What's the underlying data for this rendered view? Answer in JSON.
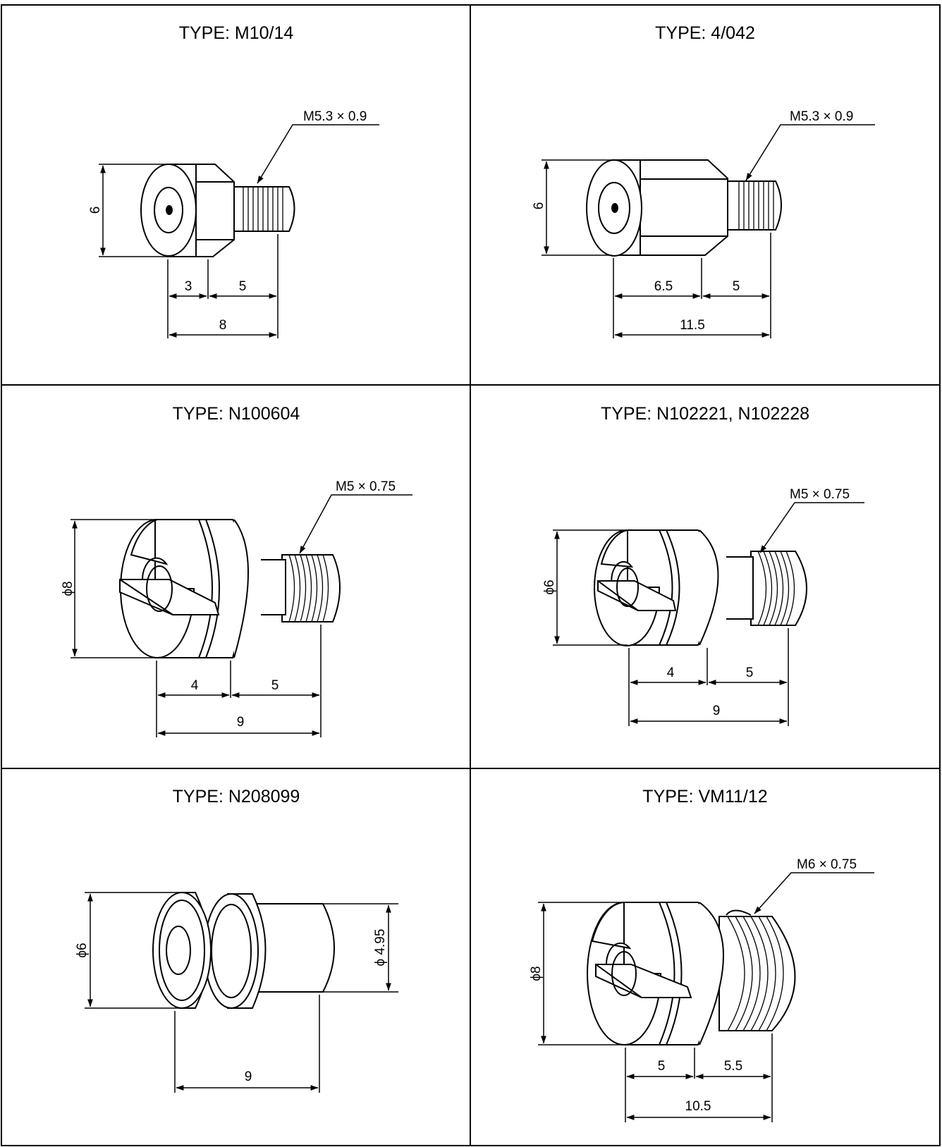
{
  "panels": [
    {
      "title": "TYPE: M10/14",
      "thread": "M5.3 × 0.9",
      "dims": {
        "height": "6",
        "a": "3",
        "b": "5",
        "total": "8"
      }
    },
    {
      "title": "TYPE: 4/042",
      "thread": "M5.3 × 0.9",
      "dims": {
        "height": "6",
        "a": "6.5",
        "b": "5",
        "total": "11.5"
      }
    },
    {
      "title": "TYPE: N100604",
      "thread": "M5 × 0.75",
      "dims": {
        "diameter": "ϕ8",
        "a": "4",
        "b": "5",
        "total": "9"
      }
    },
    {
      "title": "TYPE: N102221, N102228",
      "thread": "M5 × 0.75",
      "dims": {
        "diameter": "ϕ6",
        "a": "4",
        "b": "5",
        "total": "9"
      }
    },
    {
      "title": "TYPE: N208099",
      "dims": {
        "diameter": "ϕ6",
        "shank": "ϕ 4.95",
        "total": "9"
      }
    },
    {
      "title": "TYPE: VM11/12",
      "thread": "M6 × 0.75",
      "dims": {
        "diameter": "ϕ8",
        "a": "5",
        "b": "5.5",
        "total": "10.5"
      }
    }
  ]
}
